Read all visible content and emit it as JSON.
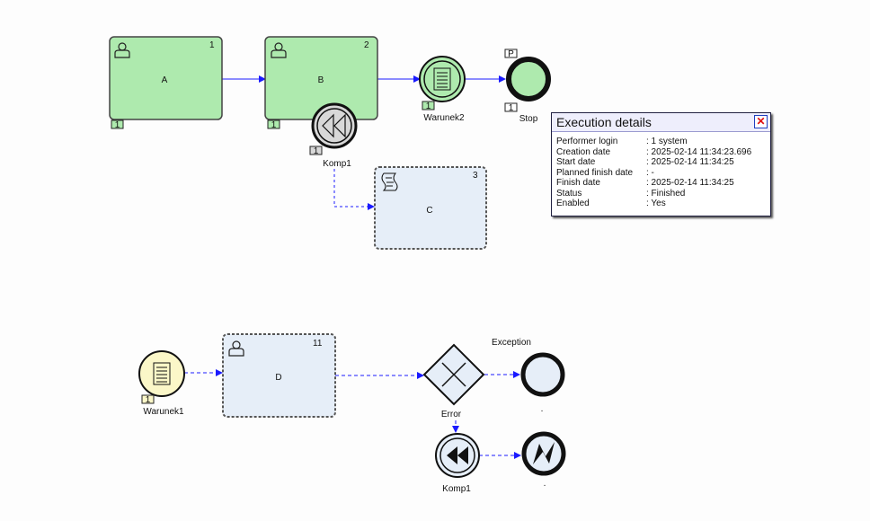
{
  "diagram": {
    "tasks": [
      {
        "label": "A",
        "number": "1",
        "badge": "1",
        "icon": "user-icon",
        "status": "completed"
      },
      {
        "label": "B",
        "number": "2",
        "badge": "1",
        "icon": "user-icon",
        "status": "completed"
      },
      {
        "label": "C",
        "number": "3",
        "icon": "script-icon",
        "status": "inactive"
      },
      {
        "label": "D",
        "number": "11",
        "icon": "user-icon",
        "status": "inactive"
      }
    ],
    "events": {
      "komp1_boundary": {
        "label": "Komp1",
        "badge": "1"
      },
      "warunek2": {
        "label": "Warunek2",
        "badge": "1"
      },
      "stop": {
        "label": "Stop",
        "badge": "1",
        "badge_top": "P"
      },
      "warunek1": {
        "label": "Warunek1",
        "badge": "1"
      },
      "exception_end": {
        "label": "Exception",
        "sublabel": "."
      },
      "komp1_throw": {
        "label": "Komp1"
      },
      "error_end": {
        "label": "."
      }
    },
    "gateway": {
      "label": "Error"
    },
    "colors": {
      "completed": "#aeeaae",
      "inactive": "#e6eef8",
      "flow": "#1a1aff",
      "condition": "#fbf7c8"
    }
  },
  "execution_details": {
    "title": "Execution details",
    "close_icon": "close-icon",
    "rows": [
      {
        "key": "Performer login",
        "value": ": 1 system"
      },
      {
        "key": "Creation date",
        "value": ": 2025-02-14 11:34:23.696"
      },
      {
        "key": "Start date",
        "value": ": 2025-02-14 11:34:25"
      },
      {
        "key": "Planned finish date",
        "value": ": -"
      },
      {
        "key": "Finish date",
        "value": ": 2025-02-14 11:34:25"
      },
      {
        "key": "Status",
        "value": ": Finished"
      },
      {
        "key": "Enabled",
        "value": ": Yes"
      }
    ]
  }
}
